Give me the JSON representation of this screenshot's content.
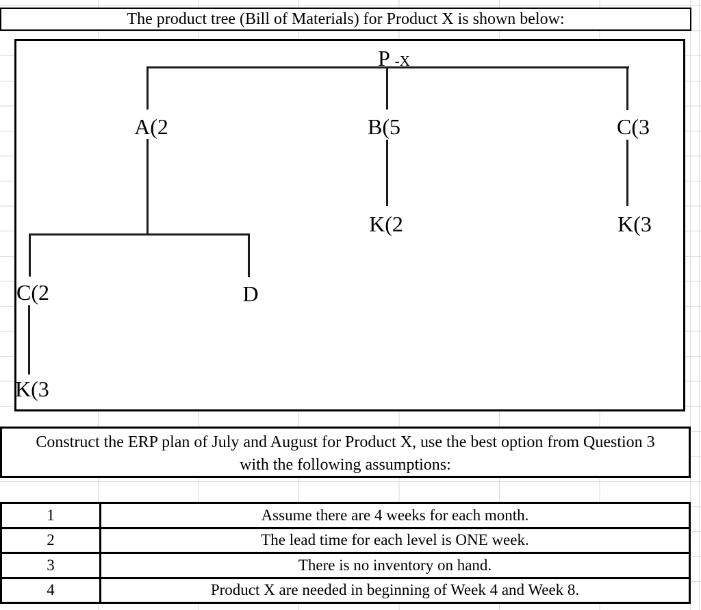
{
  "sheet": {
    "title": "The product tree (Bill of Materials) for Product X is shown below:"
  },
  "tree": {
    "root": {
      "main": "P",
      "sub": "-X"
    },
    "nodes": {
      "a": "A(2",
      "b": "B(5",
      "c": "C(3",
      "k_under_b": "K(2",
      "k_under_c": "K(3",
      "c_under_a": "C(2",
      "d_under_a": "D",
      "k_under_c2": "K(3"
    }
  },
  "instruction": {
    "line1": "Construct the ERP plan of July and August for Product X, use the best option from Question 3",
    "line2": "with the following assumptions:"
  },
  "assumptions": [
    {
      "num": "1",
      "text": "Assume there are 4 weeks for each month."
    },
    {
      "num": "2",
      "text": "The lead time for each level is ONE week."
    },
    {
      "num": "3",
      "text": "There is no inventory on hand."
    },
    {
      "num": "4",
      "text": "Product X are needed in beginning of Week 4 and Week 8."
    }
  ],
  "colors": {
    "grid": "#d9d9d9",
    "line": "#1c1c1c",
    "text": "#000000",
    "background": "#ffffff"
  }
}
